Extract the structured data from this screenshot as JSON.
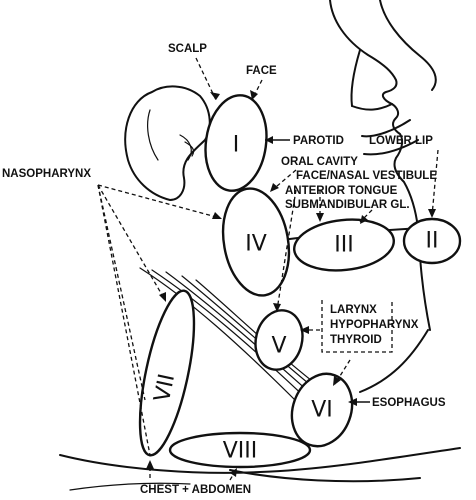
{
  "labels": {
    "scalp": "SCALP",
    "face": "FACE",
    "parotid": "PAROTID",
    "lower_lip": "LOWER LIP",
    "nasopharynx": "NASOPHARYNX",
    "oral_cavity": "ORAL CAVITY",
    "face_nasal_vestibule": "FACE/NASAL VESTIBULE",
    "anterior_tongue": "ANTERIOR TONGUE",
    "submandibular_gl": "SUBMANDIBULAR GL.",
    "larynx": "LARYNX",
    "hypopharynx": "HYPOPHARYNX",
    "thyroid": "THYROID",
    "esophagus": "ESOPHAGUS",
    "chest_abdomen": "CHEST + ABDOMEN"
  },
  "nodes": {
    "I": "I",
    "II": "II",
    "III": "III",
    "IV": "IV",
    "V": "V",
    "VI": "VI",
    "VII": "VII",
    "VIII": "VIII"
  }
}
